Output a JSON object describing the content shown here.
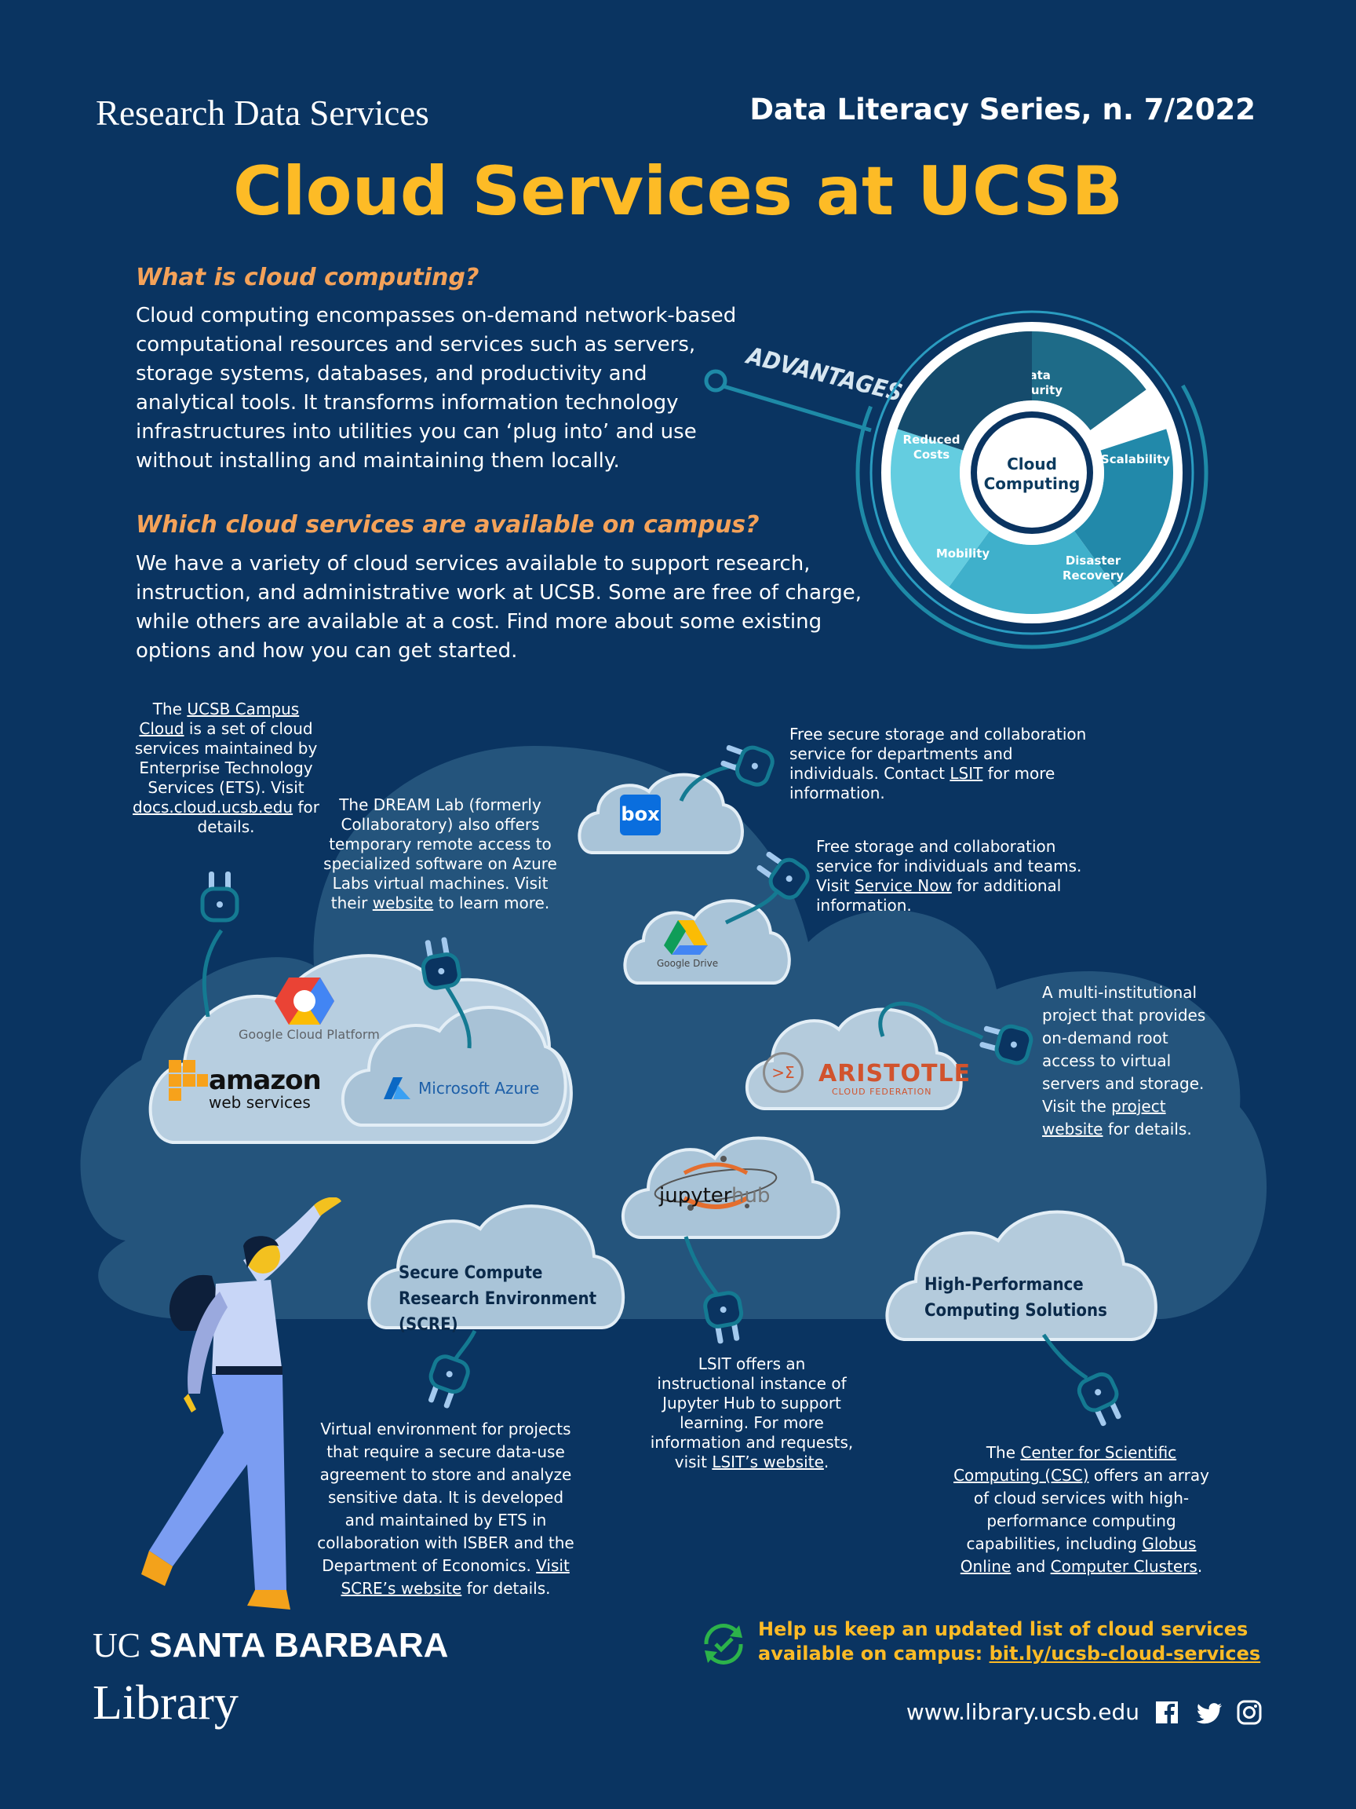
{
  "header": {
    "left": "Research Data Services",
    "right": "Data Literacy Series, n. 7/2022"
  },
  "title": "Cloud Services at UCSB",
  "section1": {
    "question": "What is cloud computing?",
    "text": "Cloud computing encompasses on-demand network-based computational resources and services such as servers, storage systems, databases, and productivity and analytical tools. It transforms information technology infrastructures into utilities you can ‘plug into’ and use without installing and maintaining them locally."
  },
  "section2": {
    "question": "Which cloud services are available on campus?",
    "text": "We have a variety of cloud services available to support research, instruction, and administrative work at UCSB. Some are free of charge, while others are available at a cost. Find more about some existing options and how you can get started."
  },
  "advantages": {
    "label": "ADVANTAGES",
    "center": [
      "Cloud",
      "Computing"
    ],
    "segments": [
      {
        "label": [
          "Data",
          "Security"
        ],
        "color": "#1e6b88"
      },
      {
        "label": [
          "Scalability"
        ],
        "color": "#2289aa"
      },
      {
        "label": [
          "Disaster",
          "Recovery"
        ],
        "color": "#3fb0cb"
      },
      {
        "label": [
          "Mobility"
        ],
        "color": "#64cde0"
      },
      {
        "label": [
          "Reduced",
          "Costs"
        ],
        "color": "#154b6c"
      }
    ]
  },
  "campus_cloud": {
    "pre": "The ",
    "link": "UCSB Campus Cloud",
    "mid": " is a set of cloud services maintained by Enterprise Technology Services (ETS). Visit ",
    "link2": "docs.cloud.ucsb.edu",
    "post": " for details."
  },
  "dream_lab": {
    "pre": "The DREAM Lab (formerly Collaboratory) also offers temporary remote access to specialized software on Azure Labs virtual machines. Visit their ",
    "link": "website",
    "post": " to learn more."
  },
  "box": {
    "logo": "box",
    "pre": "Free secure storage and collaboration service for departments and individuals. Contact ",
    "link": "LSIT",
    "post": " for more information."
  },
  "gdrive": {
    "logo": "Google Drive",
    "pre": "Free storage and collaboration service for individuals and teams. Visit ",
    "link": "Service Now",
    "post": " for additional information."
  },
  "aristotle": {
    "logo": "ARISTOTLE",
    "sub": "CLOUD FEDERATION",
    "mark": ">Σ",
    "pre": "A multi-institutional project that provides on-demand root access to virtual servers and storage. Visit the ",
    "link": "project website",
    "post": " for details."
  },
  "providers": {
    "gcp": "Google Cloud Platform",
    "aws1": "amazon",
    "aws2": "web services",
    "azure": "Microsoft Azure"
  },
  "jupyter": {
    "logo1": "jupyter",
    "logo2": "hub",
    "pre": "LSIT offers an instructional instance of Jupyter Hub to support learning. For more information and requests, visit ",
    "link": "LSIT’s website",
    "post": "."
  },
  "scre": {
    "label": "Secure Compute Research Environment (SCRE)",
    "pre": "Virtual environment for projects that require a secure data-use agreement to store and analyze sensitive data. It is developed and maintained by ETS in collaboration with ISBER and the Department of Economics. ",
    "link": "Visit SCRE’s website",
    "post": " for details."
  },
  "hpc": {
    "label": "High-Performance Computing Solutions",
    "pre": "The ",
    "link": "Center for Scientific Computing (CSC)",
    "mid": " offers an array of cloud services with high-performance computing capabilities, including ",
    "link2": "Globus Online",
    "mid2": " and ",
    "link3": "Computer Clusters",
    "post": "."
  },
  "footer": {
    "uc": "UC ",
    "sb": "SANTA BARBARA",
    "library": "Library",
    "help_line1": "Help us keep an updated list of cloud services",
    "help_line2_pre": "available on campus: ",
    "help_link": "bit.ly/ucsb-cloud-services",
    "url": "www.library.ucsb.edu",
    "social": [
      "facebook-icon",
      "twitter-icon",
      "instagram-icon"
    ]
  },
  "colors": {
    "background": "#0a3461",
    "accent_yellow": "#fdbb26",
    "accent_orange": "#f4a259",
    "cloud_fill": "#a9c4d8",
    "big_cloud": "#24547c"
  }
}
